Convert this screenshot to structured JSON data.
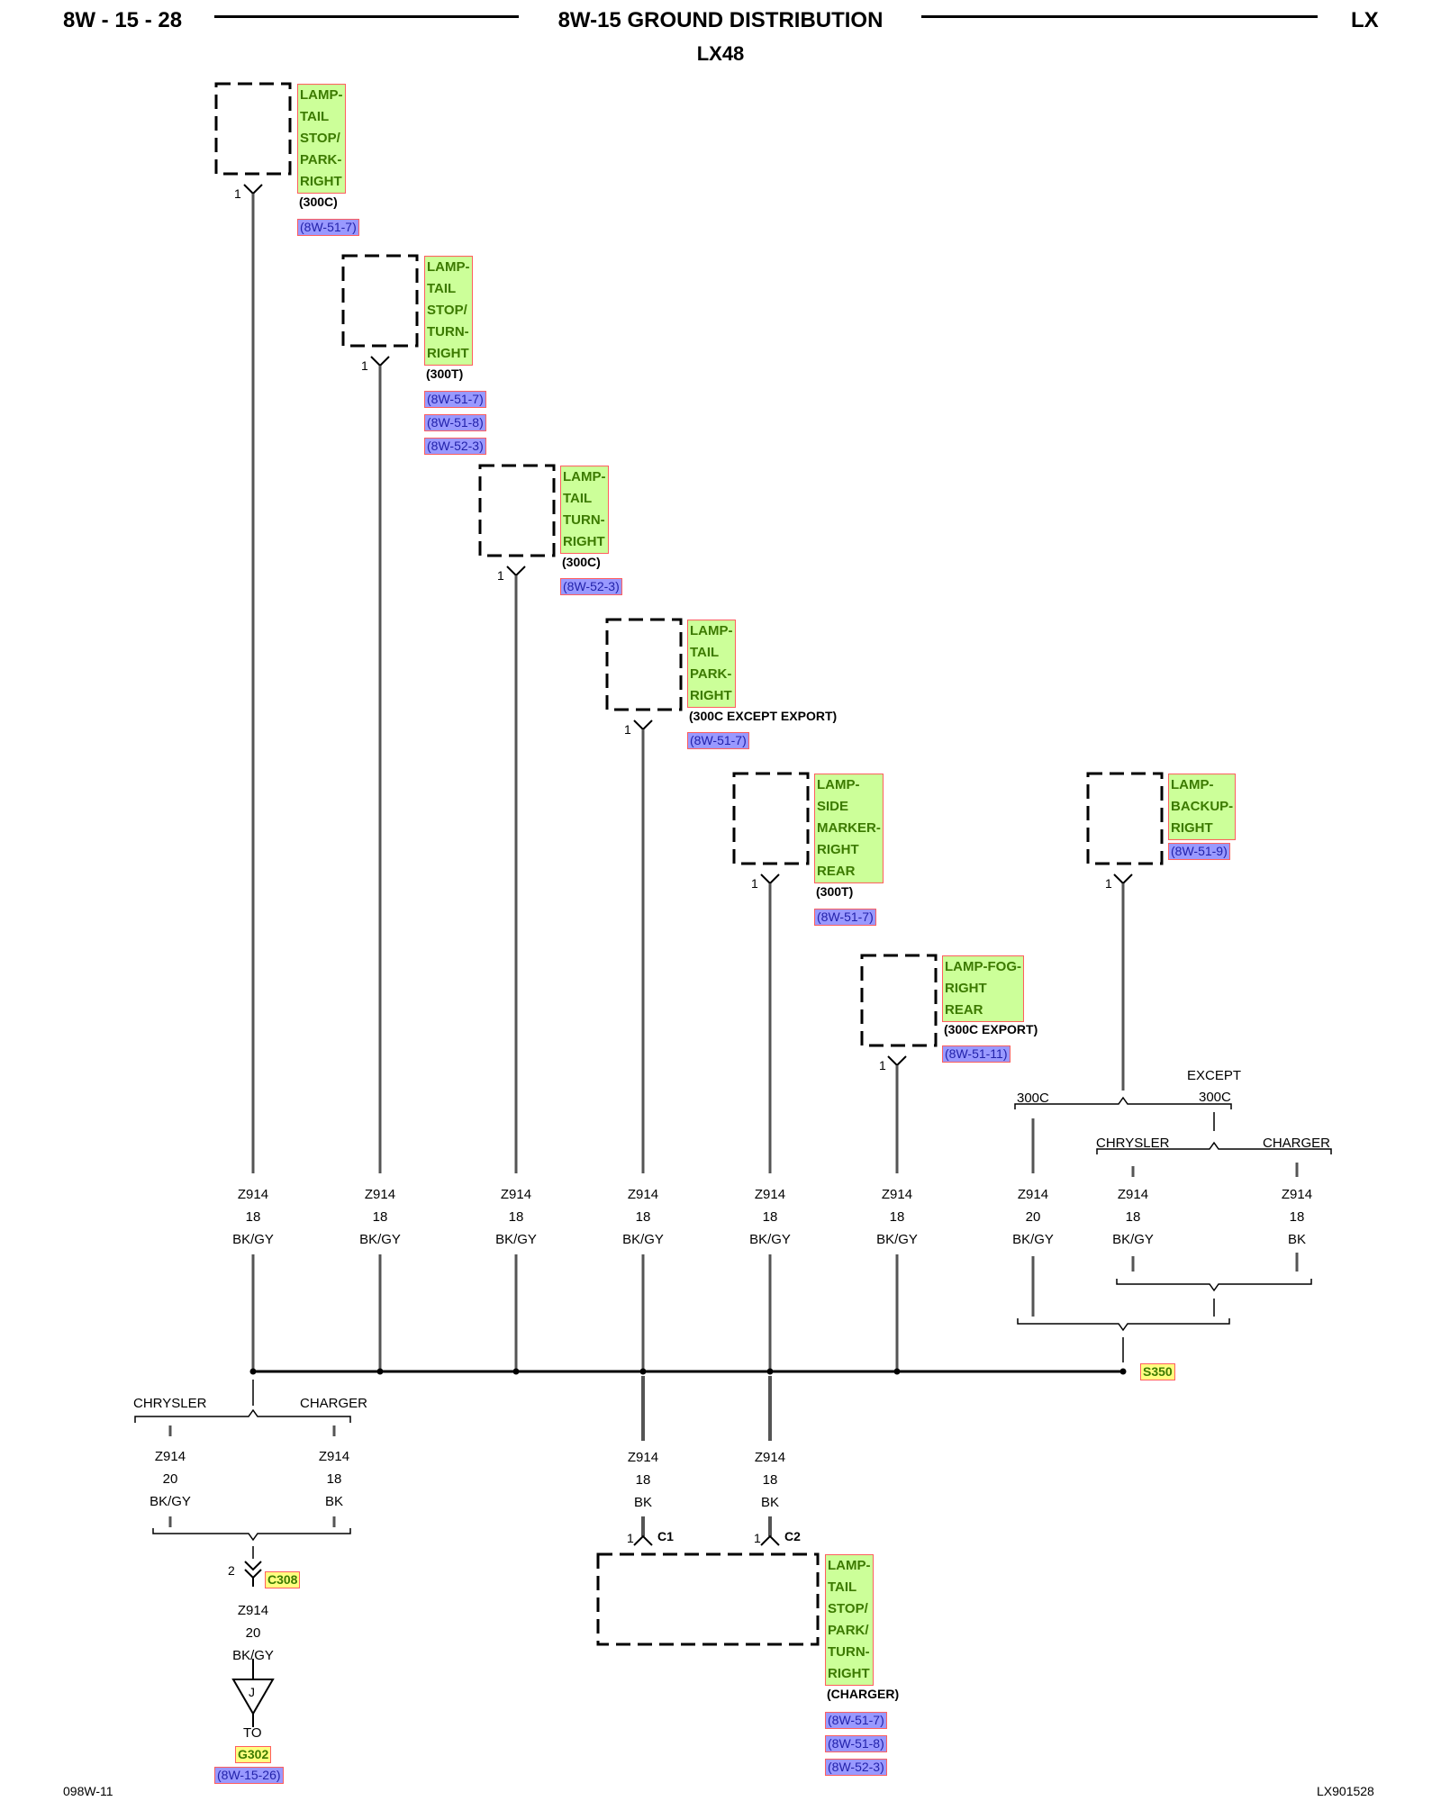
{
  "header": {
    "page_code": "8W - 15 - 28",
    "title": "8W-15 GROUND DISTRIBUTION",
    "vehicle": "LX",
    "subtitle": "LX48"
  },
  "footer": {
    "left": "098W-11",
    "right": "LX901528"
  },
  "components": [
    {
      "lines": [
        "LAMP-",
        "TAIL",
        "STOP/",
        "PARK-",
        "RIGHT"
      ],
      "note": "(300C)",
      "refs": [
        "(8W-51-7)"
      ],
      "pin": "1"
    },
    {
      "lines": [
        "LAMP-",
        "TAIL",
        "STOP/",
        "TURN-",
        "RIGHT"
      ],
      "note": "(300T)",
      "refs": [
        "(8W-51-7)",
        "(8W-51-8)",
        "(8W-52-3)"
      ],
      "pin": "1"
    },
    {
      "lines": [
        "LAMP-",
        "TAIL",
        "TURN-",
        "RIGHT"
      ],
      "note": "(300C)",
      "refs": [
        "(8W-52-3)"
      ],
      "pin": "1"
    },
    {
      "lines": [
        "LAMP-",
        "TAIL",
        "PARK-",
        "RIGHT"
      ],
      "note": "(300C EXCEPT EXPORT)",
      "refs": [
        "(8W-51-7)"
      ],
      "pin": "1"
    },
    {
      "lines": [
        "LAMP-",
        "SIDE",
        "MARKER-",
        "RIGHT",
        "REAR"
      ],
      "note": "(300T)",
      "refs": [
        "(8W-51-7)"
      ],
      "pin": "1"
    },
    {
      "lines": [
        "LAMP-FOG-",
        "RIGHT",
        "REAR"
      ],
      "note": "(300C EXPORT)",
      "refs": [
        "(8W-51-11)"
      ],
      "pin": "1"
    },
    {
      "lines": [
        "LAMP-",
        "BACKUP-",
        "RIGHT"
      ],
      "note": "",
      "refs": [
        "(8W-51-9)"
      ],
      "pin": "1"
    }
  ],
  "wires": [
    {
      "circuit": "Z914",
      "gauge": "18",
      "color": "BK/GY"
    },
    {
      "circuit": "Z914",
      "gauge": "18",
      "color": "BK/GY"
    },
    {
      "circuit": "Z914",
      "gauge": "18",
      "color": "BK/GY"
    },
    {
      "circuit": "Z914",
      "gauge": "18",
      "color": "BK/GY"
    },
    {
      "circuit": "Z914",
      "gauge": "18",
      "color": "BK/GY"
    },
    {
      "circuit": "Z914",
      "gauge": "18",
      "color": "BK/GY"
    },
    {
      "circuit": "Z914",
      "gauge": "20",
      "color": "BK/GY"
    },
    {
      "circuit": "Z914",
      "gauge": "18",
      "color": "BK/GY"
    },
    {
      "circuit": "Z914",
      "gauge": "18",
      "color": "BK"
    }
  ],
  "backup_branch": {
    "left": "300C",
    "right_l1": "EXCEPT",
    "right_l2": "300C",
    "chrysler": "CHRYSLER",
    "charger": "CHARGER"
  },
  "splice": "S350",
  "lower_left": {
    "chrysler": "CHRYSLER",
    "charger": "CHARGER",
    "wires": [
      {
        "circuit": "Z914",
        "gauge": "20",
        "color": "BK/GY"
      },
      {
        "circuit": "Z914",
        "gauge": "18",
        "color": "BK"
      }
    ],
    "pin": "2",
    "connector": "C308",
    "after": {
      "circuit": "Z914",
      "gauge": "20",
      "color": "BK/GY"
    },
    "junction": "J",
    "to": "TO",
    "ground": "G302",
    "ref": "(8W-15-26)"
  },
  "lower_mid": {
    "wires": [
      {
        "circuit": "Z914",
        "gauge": "18",
        "color": "BK"
      },
      {
        "circuit": "Z914",
        "gauge": "18",
        "color": "BK"
      }
    ],
    "pins": [
      "1",
      "1"
    ],
    "connectors": [
      "C1",
      "C2"
    ],
    "component": {
      "lines": [
        "LAMP-",
        "TAIL",
        "STOP/",
        "PARK/",
        "TURN-",
        "RIGHT"
      ],
      "note": "(CHARGER)",
      "refs": [
        "(8W-51-7)",
        "(8W-51-8)",
        "(8W-52-3)"
      ]
    }
  }
}
